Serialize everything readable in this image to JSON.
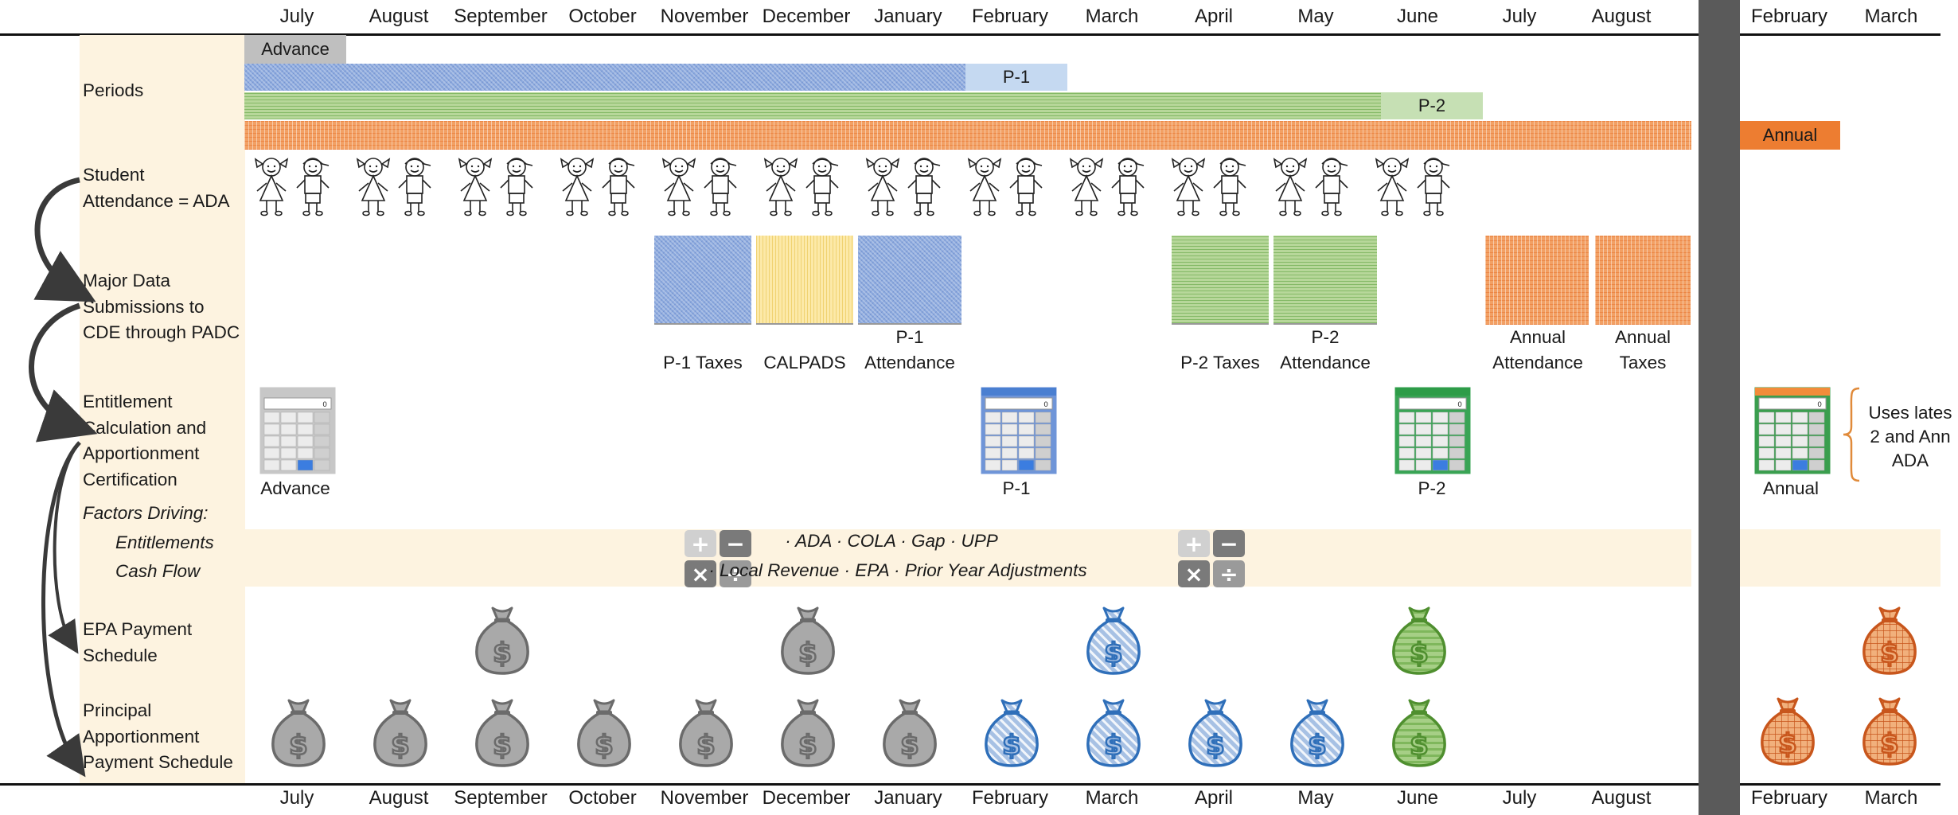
{
  "timeline": {
    "months_main": [
      "July",
      "August",
      "September",
      "October",
      "November",
      "December",
      "January",
      "February",
      "March",
      "April",
      "May",
      "June",
      "July",
      "August"
    ],
    "months_next": [
      "February",
      "March"
    ]
  },
  "row_labels": {
    "periods": "Periods",
    "student_attendance": [
      "Student",
      "Attendance = ADA"
    ],
    "major_data": [
      "Major Data",
      "Submissions to",
      "CDE through PADC"
    ],
    "entitlement": [
      "Entitlement",
      "Calculation and",
      "Apportionment",
      "Certification"
    ],
    "factors_driving": "Factors Driving:",
    "factors_entitlements": "Entitlements",
    "factors_cash_flow": "Cash Flow",
    "epa_schedule": [
      "EPA Payment",
      "Schedule"
    ],
    "principal_schedule": [
      "Principal",
      "Apportionment",
      "Payment Schedule"
    ]
  },
  "periods": {
    "advance": "Advance",
    "p1": "P-1",
    "p2": "P-2",
    "annual": "Annual"
  },
  "data_submissions": {
    "p1_taxes": "P-1 Taxes",
    "calpads": "CALPADS",
    "p1_attendance": [
      "P-1",
      "Attendance"
    ],
    "p2_taxes": "P-2 Taxes",
    "p2_attendance": [
      "P-2",
      "Attendance"
    ],
    "annual_attendance": [
      "Annual",
      "Attendance"
    ],
    "annual_taxes": [
      "Annual",
      "Taxes"
    ]
  },
  "certifications": {
    "advance": "Advance",
    "p1": "P-1",
    "p2": "P-2",
    "annual": "Annual",
    "annual_note": [
      "Uses lates",
      "2 and Ann",
      "ADA"
    ]
  },
  "factors": {
    "line1": "· ADA · COLA · Gap · UPP",
    "line2": "· Local Revenue · EPA · Prior Year Adjustments"
  },
  "colors": {
    "advance_gray": "#bfbfbf",
    "p1_blue": "#8aa8dd",
    "p1_label_bg": "#c5d9f1",
    "p2_green": "#b7d79a",
    "p2_label_bg": "#c6e0b4",
    "annual_orange": "#f2a064",
    "annual_label_bg": "#ed7d31",
    "label_column": "#fdf3e0",
    "divider": "#5a5a5a"
  },
  "icons": {
    "calculator": "calculator-icon",
    "money_bag": "money-bag-icon",
    "student_girl": "student-girl-icon",
    "student_boy": "student-boy-icon",
    "math_operators": "math-operators-icon",
    "flow_arrow": "curved-arrow-icon"
  }
}
